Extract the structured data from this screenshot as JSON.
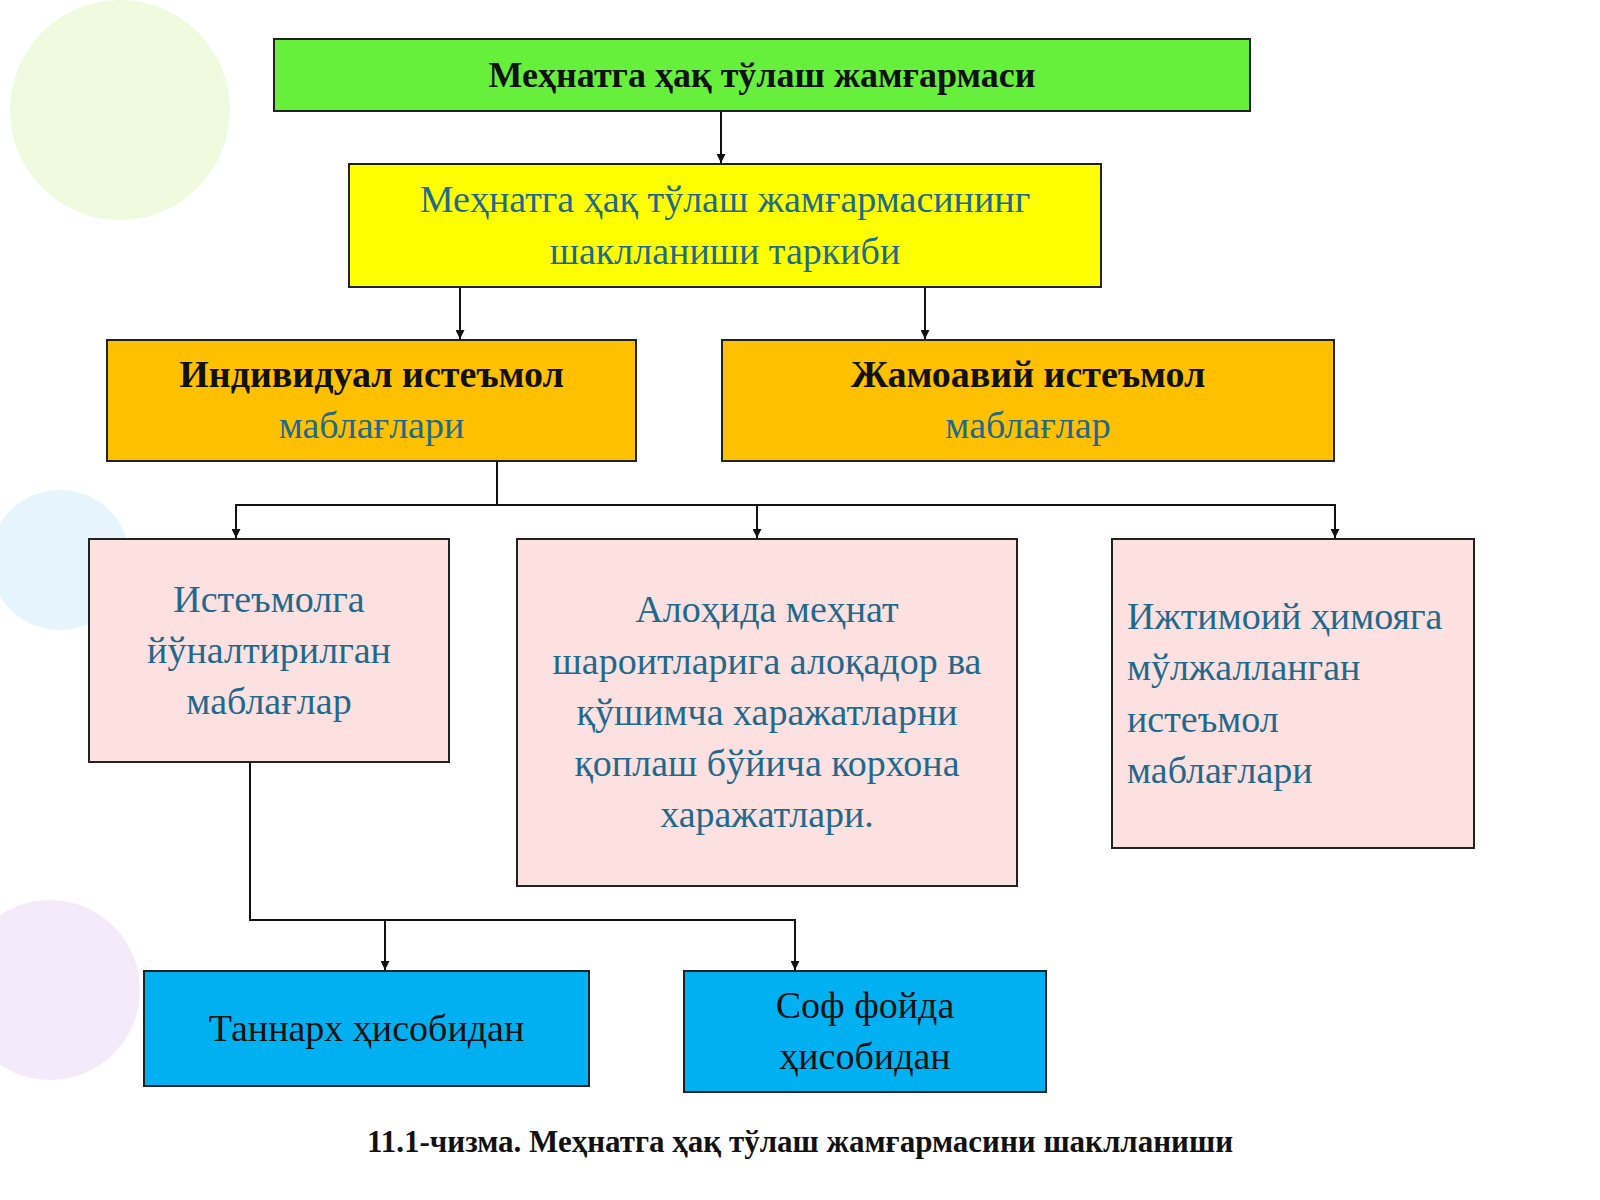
{
  "diagram": {
    "caption": "11.1-чизма. Меҳнатга ҳақ тўлаш жамғармасини шаклланиши",
    "nodes": [
      {
        "text": [
          "Меҳнатга ҳақ тўлаш жамғармаси"
        ]
      },
      {
        "text": [
          "Меҳнатга ҳақ тўлаш жамғармасининг шаклланиши таркиби"
        ]
      },
      {
        "text": [
          "Индивидуал истеъмол",
          "маблағлари"
        ]
      },
      {
        "text": [
          "Жамоавий истеъмол",
          "маблағлар"
        ]
      },
      {
        "text": [
          "Истеъмолга йўналтирилган маблағлар"
        ]
      },
      {
        "text": [
          "Алоҳида меҳнат шароитларига алоқадор ва қўшимча харажатларни қоплаш бўйича корхона харажатлари."
        ]
      },
      {
        "text": [
          "Ижтимоий ҳимояга мўлжалланган истеъмол маблағлари"
        ]
      },
      {
        "text": [
          "Таннарх ҳисобидан"
        ]
      },
      {
        "text": [
          "Соф фойда ҳисобидан"
        ]
      }
    ],
    "edges": [
      {
        "from": 0,
        "to": 1,
        "arrow": "to"
      },
      {
        "from": 1,
        "to": 2,
        "arrow": "to"
      },
      {
        "from": 1,
        "to": 3,
        "arrow": "to"
      },
      {
        "from": 2,
        "to": 4,
        "arrow": "to"
      },
      {
        "from": 2,
        "to": 5,
        "arrow": "to"
      },
      {
        "from": 2,
        "to": 6,
        "arrow": "to"
      },
      {
        "from": 4,
        "to": 7,
        "arrow": "to"
      },
      {
        "from": 4,
        "to": 8,
        "arrow": "to"
      }
    ]
  }
}
